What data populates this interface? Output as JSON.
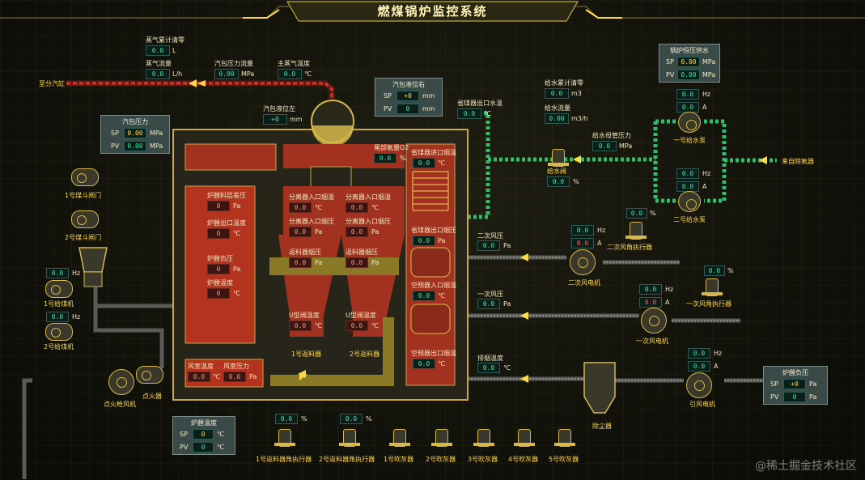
{
  "title": "燃煤锅炉监控系统",
  "watermark": "@稀土掘金技术社区",
  "units": {
    "L": "L",
    "Lh": "L/h",
    "MPa": "MPa",
    "C": "℃",
    "mm": "mm",
    "Pa": "Pa",
    "pct": "%",
    "Hz": "Hz",
    "A": "A",
    "m3": "m3",
    "m3h": "m3/h"
  },
  "steam": {
    "total_reset": "蒸气累计清零",
    "total_value": "0.0",
    "flow": "蒸气流量",
    "flow_value": "0.0",
    "drum_pressure_flow": "汽包压力流量",
    "drum_pressure_flow_value": "0.00",
    "main_temp": "主蒸气温度",
    "main_temp_value": "0.0",
    "to_header": "至分汽缸"
  },
  "drum_pressure_panel": {
    "title": "汽包压力",
    "sp_label": "SP",
    "sp": "0.00",
    "pv_label": "PV",
    "pv": "0.00"
  },
  "drum_level_right": {
    "title": "汽包液位右",
    "sp_label": "SP",
    "sp": "+0",
    "pv_label": "PV",
    "pv": "0"
  },
  "drum_level_left": {
    "label": "汽包液位左",
    "value": "+0"
  },
  "economizer": {
    "outlet_water_temp": "省煤器出口水温",
    "outlet_water_temp_value": "0.0",
    "inlet_gas_temp": "省煤器进口烟温",
    "inlet_gas_temp_value": "0.0",
    "outlet_gas_pressure": "省煤器出口烟压",
    "outlet_gas_pressure_value": "0.0"
  },
  "tail_o2": {
    "label": "尾部氧量O2",
    "value": "0.0"
  },
  "furnace": {
    "bed_diff": "炉膛料层差压",
    "bed_diff_value": "0",
    "outlet_temp": "炉膛出口温度",
    "outlet_temp_value": "0",
    "neg_pressure": "炉膛负压",
    "neg_pressure_value": "0",
    "temp": "炉膛温度",
    "temp_value": "0",
    "wind_room_temp": "风室温度",
    "wind_room_temp_value": "0.0",
    "wind_room_pressure": "风室压力",
    "wind_room_pressure_value": "0.0"
  },
  "separator": {
    "in_temp_1": "分离器入口烟温",
    "in_temp_1_value": "0.0",
    "in_temp_2": "分离器入口烟温",
    "in_temp_2_value": "0.0",
    "in_press_1": "分离器入口烟压",
    "in_press_1_value": "0.0",
    "in_press_2": "分离器入口烟压",
    "in_press_2_value": "0.0",
    "return_press_1": "返料器烟压",
    "return_press_1_value": "0.0",
    "return_press_2": "返料器烟压",
    "return_press_2_value": "0.0",
    "u_valve_temp_1": "U型阀温度",
    "u_valve_temp_1_value": "0.0",
    "u_valve_temp_2": "U型阀温度",
    "u_valve_temp_2_value": "0.0",
    "return_1": "1号返料器",
    "return_2": "2号返料器"
  },
  "air_preheater": {
    "inlet_gas_temp": "空预器入口烟温",
    "inlet_gas_temp_value": "0.0",
    "outlet_gas_temp": "空预器出口烟温",
    "outlet_gas_temp_value": "0.0"
  },
  "feedwater": {
    "total_reset": "给水累计清零",
    "total_value": "0.0",
    "flow": "给水流量",
    "flow_value": "0.00",
    "main_pressure": "给水母管压力",
    "main_pressure_value": "0.0",
    "valve": "给水阀",
    "valve_value": "0.0",
    "from_deaerator": "来自除氧器"
  },
  "constant_pressure": {
    "title": "锅炉恒压供水",
    "sp_label": "SP",
    "sp": "0.00",
    "pv_label": "PV",
    "pv": "0.00"
  },
  "pump1": {
    "hz": "0.0",
    "a": "0.0",
    "label": "一号给水泵"
  },
  "pump2": {
    "hz": "0.0",
    "a": "0.0",
    "label": "二号给水泵"
  },
  "secondary_air": {
    "pressure": "二次风压",
    "pressure_value": "0.0",
    "hz": "0.0",
    "a": "0.0",
    "fan": "二次风电机",
    "actuator": "二次风角执行器",
    "actuator_value": "0.0"
  },
  "primary_air": {
    "pressure": "一次风压",
    "pressure_value": "0.0",
    "hz": "0.0",
    "a": "0.0",
    "fan": "一次风电机",
    "actuator": "一次风角执行器",
    "actuator_value": "0.0"
  },
  "exhaust": {
    "temp": "排烟温度",
    "temp_value": "0.0",
    "dust": "除尘器",
    "id_fan": "引风电机",
    "hz": "0.0",
    "a": "0.0"
  },
  "furnace_neg_panel": {
    "title": "炉膛负压",
    "sp_label": "SP",
    "sp": "+0",
    "pv_label": "PV",
    "pv": "0"
  },
  "furnace_temp_panel": {
    "title": "炉膛温度",
    "sp_label": "SP",
    "sp": "0",
    "pv_label": "PV",
    "pv": "0"
  },
  "coal": {
    "gate1": "1号煤斗闸门",
    "gate2": "2号煤斗闸门",
    "feeder1": "1号给煤机",
    "feeder1_hz": "0.0",
    "feeder2": "2号给煤机",
    "feeder2_hz": "0.0",
    "igniter": "点火器",
    "ignition_fan": "点火枪风机"
  },
  "bottom": {
    "return1_actuator": "1号返料器角执行器",
    "return1_value": "0.0",
    "return2_actuator": "2号返料器角执行器",
    "return2_value": "0.0",
    "blower1": "1号吹灰器",
    "blower2": "2号吹灰器",
    "blower3": "3号吹灰器",
    "blower4": "4号吹灰器",
    "blower5": "5号吹灰器"
  }
}
